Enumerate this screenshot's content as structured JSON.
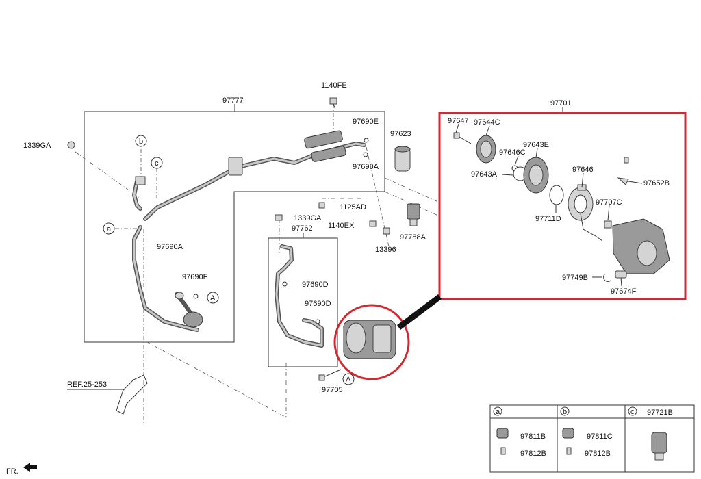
{
  "title": "",
  "labels": {
    "l_1140fe": "1140FE",
    "l_97777": "97777",
    "l_97701": "97701",
    "l_1339ga_left": "1339GA",
    "l_97690e": "97690E",
    "l_97623": "97623",
    "l_97690a_top": "97690A",
    "l_b": "b",
    "l_c": "c",
    "l_a": "a",
    "l_97690a": "97690A",
    "l_1125ad": "1125AD",
    "l_1339ga_mid": "1339GA",
    "l_97762": "97762",
    "l_1140ex": "1140EX",
    "l_97788a": "97788A",
    "l_13396": "13396",
    "l_97690f": "97690F",
    "l_A1": "A",
    "l_97690d_1": "97690D",
    "l_97690d_2": "97690D",
    "l_97705": "97705",
    "l_A2": "A",
    "l_ref": "REF.25-253",
    "l_fr": "FR.",
    "l_97647": "97647",
    "l_97644c": "97644C",
    "l_97646c": "97646C",
    "l_97643e": "97643E",
    "l_97643a": "97643A",
    "l_97646": "97646",
    "l_97652b": "97652B",
    "l_97707c": "97707C",
    "l_97711d": "97711D",
    "l_97749b": "97749B",
    "l_97674f": "97674F"
  },
  "legend": {
    "col_a": {
      "key": "a",
      "upper": "97811B",
      "lower": "97812B"
    },
    "col_b": {
      "key": "b",
      "upper": "97811C",
      "lower": "97812B"
    },
    "col_c": {
      "key": "c",
      "part": "97721B"
    }
  },
  "colors": {
    "highlight": "#d6262f",
    "pipe": "#555555",
    "part_fill": "#d4d4d4"
  }
}
